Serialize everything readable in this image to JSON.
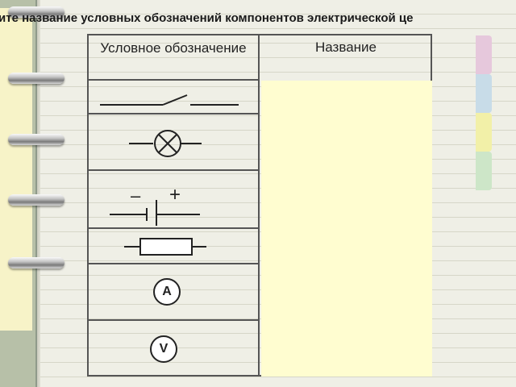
{
  "title": "ите название  условных обозначений   компонентов  электрической це",
  "table": {
    "header_symbol": "Условное обозначение",
    "header_name": "Название"
  },
  "symbols": [
    {
      "id": "switch",
      "icon": "switch-icon"
    },
    {
      "id": "lamp",
      "icon": "lamp-icon"
    },
    {
      "id": "battery",
      "icon": "battery-icon",
      "minus": "–",
      "plus": "+"
    },
    {
      "id": "resistor",
      "icon": "resistor-icon"
    },
    {
      "id": "ammeter",
      "icon": "ammeter-icon",
      "letter": "A"
    },
    {
      "id": "voltmeter",
      "icon": "voltmeter-icon",
      "letter": "V"
    }
  ],
  "colors": {
    "answer_bg": "#fffdd0",
    "page_bg": "#efefe6",
    "tabs": [
      "#e6c8dc",
      "#c8dce8",
      "#f2f0a8",
      "#cde6c8"
    ]
  }
}
